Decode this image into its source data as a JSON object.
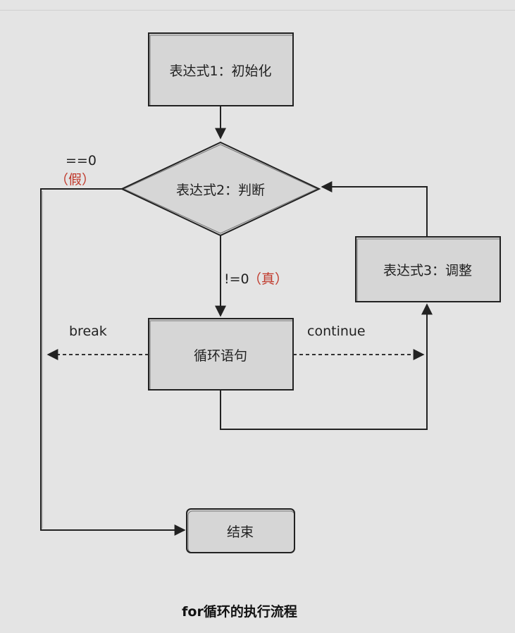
{
  "diagram": {
    "nodes": {
      "init": "表达式1：初始化",
      "cond": "表达式2：判断",
      "adjust": "表达式3：调整",
      "body": "循环语句",
      "end": "结束"
    },
    "edge_labels": {
      "false_value": "==0",
      "false_mark": "（假）",
      "true_value": "!=0",
      "true_mark": "（真）",
      "break": "break",
      "continue": "continue"
    },
    "caption": "for循环的执行流程",
    "colors": {
      "accent": "#c0392b",
      "line": "#222222",
      "box_fill": "#d6d6d6",
      "background": "#e4e4e4"
    }
  }
}
